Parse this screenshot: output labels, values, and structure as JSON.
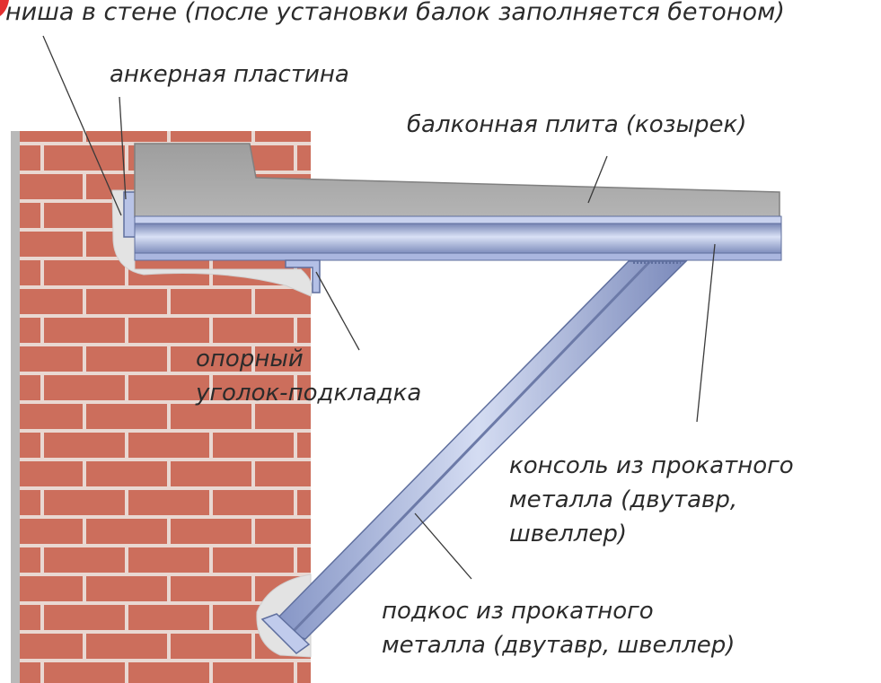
{
  "labels": {
    "wall_niche": "ниша в стене (после установки балок заполняется бетоном)",
    "anchor_plate": "анкерная пластина",
    "balcony_slab": "балконная плита (козырек)",
    "support_angle": [
      "опорный",
      "уголок-подкладка"
    ],
    "console": [
      "консоль из прокатного",
      "металла (двутавр,",
      "швеллер)"
    ],
    "brace": [
      "подкос из прокатного",
      "металла (двутавр, швеллер)"
    ]
  },
  "colors": {
    "brick": "#cc6e5c",
    "mortar": "#e9d8d2",
    "concrete": "#a7a7a7",
    "steel": "#9faedc",
    "steel_dark": "#5f6f9e",
    "grout": "#e6e6e6",
    "leader": "#3a3a3a"
  }
}
